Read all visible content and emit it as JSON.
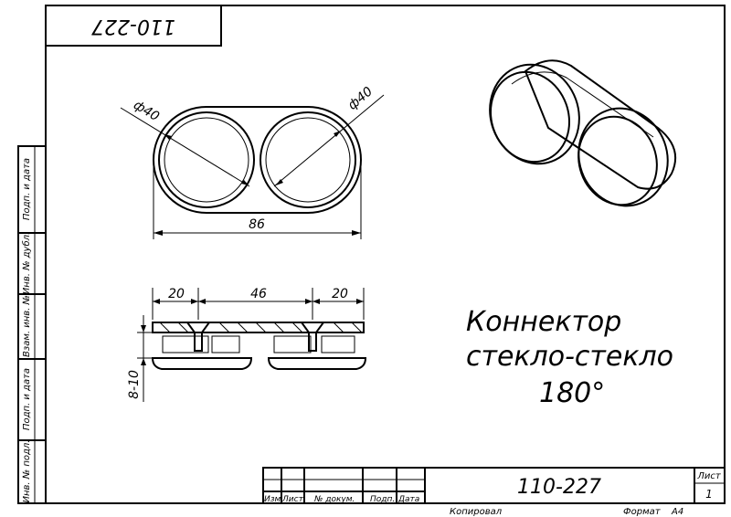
{
  "drawing": {
    "code": "110-227",
    "code_rotated": "110-227",
    "title_line1": "Коннектор",
    "title_line2": "стекло-стекло",
    "title_line3": "180°"
  },
  "dimensions": {
    "diameter_left": "ф40",
    "diameter_right": "ф40",
    "overall_width": "86",
    "offset_left": "20",
    "center_spacing": "46",
    "offset_right": "20",
    "glass_thickness": "8-10"
  },
  "side_stamp": {
    "label1": "Подп. и дата",
    "label2": "Инв. № дубл.",
    "label3": "Взам. инв. №",
    "label4": "Подп. и дата",
    "label5": "Инв. № подл."
  },
  "title_block": {
    "col_izm": "Изм.",
    "col_list": "Лист",
    "col_docnum": "№ докум.",
    "col_podp": "Подп.",
    "col_data": "Дата",
    "sheet_label": "Лист",
    "sheet_number": "1",
    "copied_label": "Копировал",
    "format_label": "Формат",
    "format_value": "А4"
  }
}
